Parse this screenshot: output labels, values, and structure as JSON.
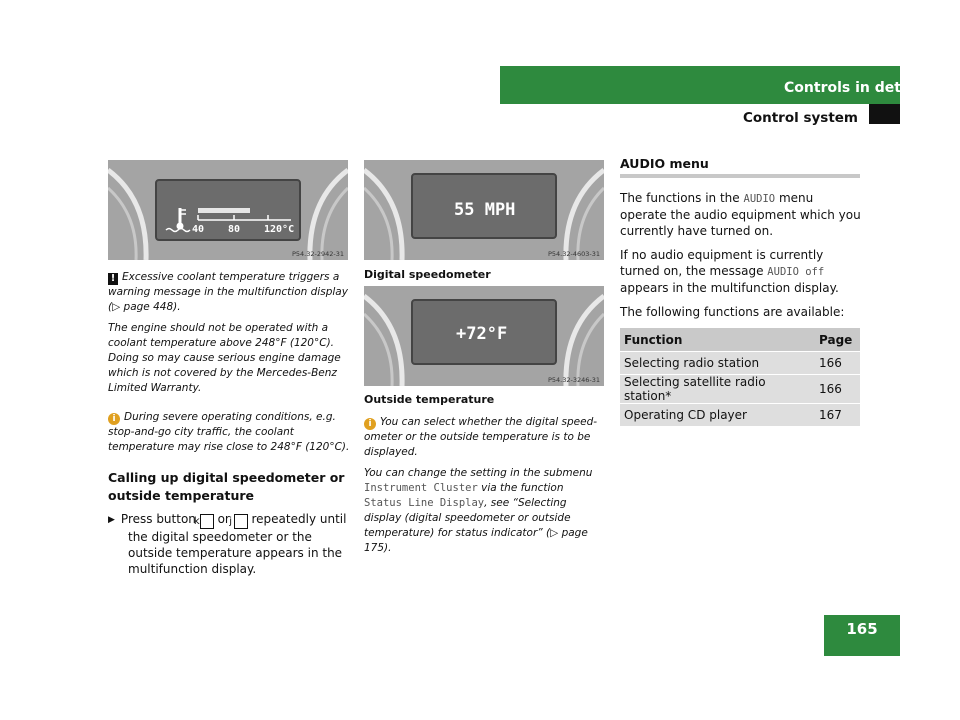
{
  "header": {
    "chapter": "Controls in detail",
    "section": "Control system",
    "page_number": "165"
  },
  "photos": {
    "coolant": {
      "ref": "P54.32-2942-31",
      "readout": [
        "40",
        "80",
        "120°C"
      ]
    },
    "speed": {
      "ref": "P54.32-4603-31",
      "readout": "55 MPH",
      "caption": "Digital speedometer"
    },
    "temp": {
      "ref": "P54.32-3246-31",
      "readout": "+72°F",
      "caption": "Outside temperature"
    }
  },
  "left": {
    "warning_icon": "!",
    "warning1": "Excessive coolant temperature triggers a warning message in the multifunction display (",
    "warning1_ref": "page 448).",
    "warning2": "The engine should not be operated with a coolant temperature above 248°F (120°C). Doing so may cause serious engine damage which is not covered by the Mercedes-Benz Limited Warranty.",
    "info_icon": "i",
    "info": "During severe operating conditions, e.g. stop-and-go city traffic, the coolant temperature may rise close to 248°F (120°C).",
    "heading": "Calling up digital speedometer or outside temperature",
    "step_before": "Press button",
    "step_button_1": "k",
    "step_or": "or",
    "step_button_2": "j",
    "step_after": "repeatedly until the digital speedometer or the outside temperature appears in the multifunction display."
  },
  "middle": {
    "info_icon": "i",
    "info1": "You can select whether the digital speed-ometer or the outside temperature is to be displayed.",
    "info2_a": "You can change the setting in the submenu",
    "info2_mono1": "Instrument Cluster",
    "info2_b": "via the function",
    "info2_mono2": "Status Line Display",
    "info2_c": ", see “Selecting display (digital speedometer or outside temperature) for status indicator” (",
    "info2_ref": "page 175)."
  },
  "right": {
    "heading": "AUDIO menu",
    "p1_a": "The functions in the",
    "p1_mono": "AUDIO",
    "p1_b": "menu operate the audio equipment which you currently have turned on.",
    "p2_a": "If no audio equipment is currently turned on, the message",
    "p2_mono": "AUDIO off",
    "p2_b": "appears in the multifunction display.",
    "p3": "The following functions are available:",
    "table": {
      "headers": [
        "Function",
        "Page"
      ],
      "rows": [
        [
          "Selecting radio station",
          "166"
        ],
        [
          "Selecting satellite radio station*",
          "166"
        ],
        [
          "Operating CD player",
          "167"
        ]
      ]
    }
  }
}
